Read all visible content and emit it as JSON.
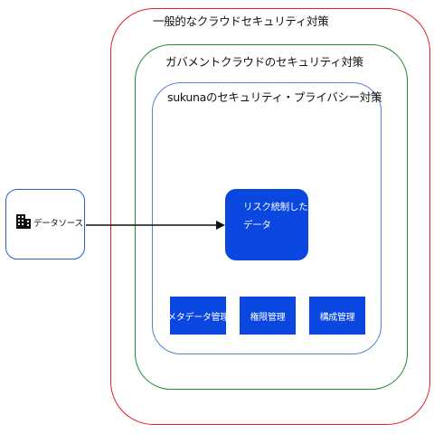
{
  "layers": {
    "outer": {
      "label": "一般的なクラウドセキュリティ対策",
      "color": "#e0201f"
    },
    "middle": {
      "label": "ガバメントクラウドのセキュリティ対策",
      "color": "#1f8a2e"
    },
    "inner": {
      "label": "sukunaのセキュリティ・プライバシー対策",
      "color": "#5a7fd6"
    }
  },
  "source": {
    "label": "データソース",
    "icon": "building-icon"
  },
  "risk_data": {
    "line1": "リスク統制した",
    "line2": "データ"
  },
  "tiles": {
    "meta": "メタデータ管理",
    "auth": "権限管理",
    "conf": "構成管理"
  },
  "accent_color": "#0a47e0"
}
